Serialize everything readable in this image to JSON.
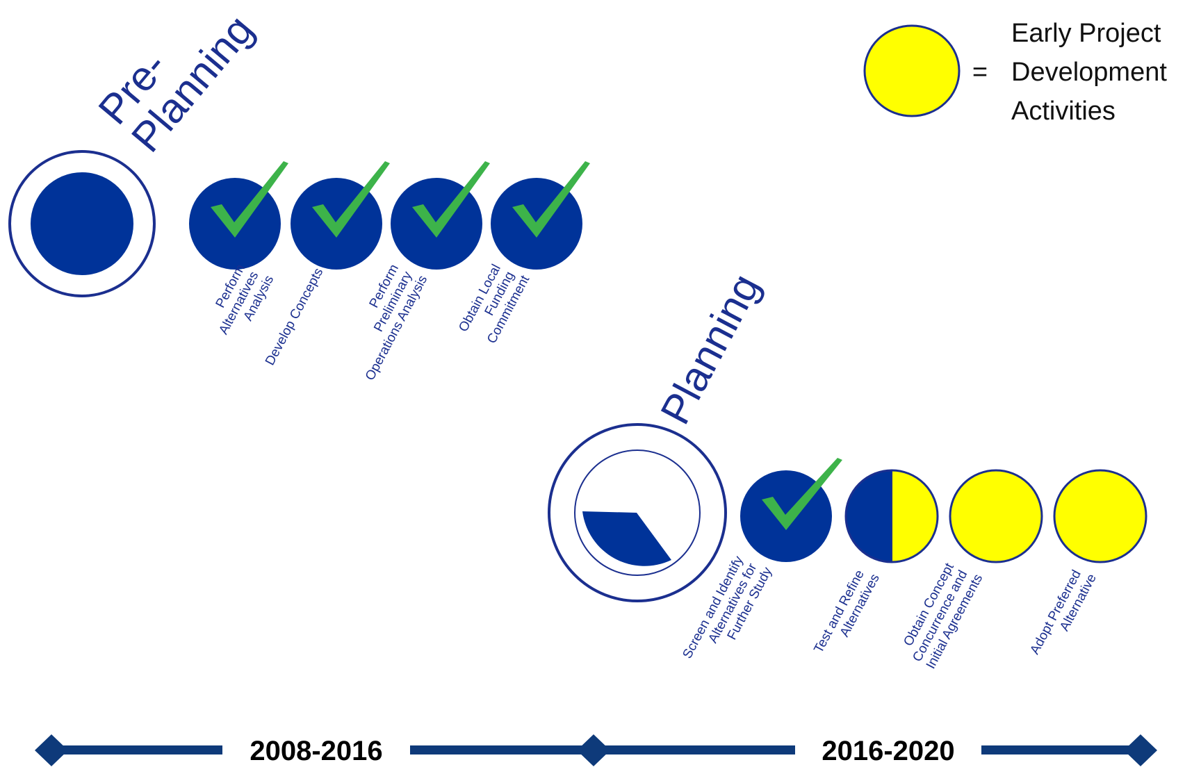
{
  "colors": {
    "navy": "#003399",
    "ring": "#1b2f8f",
    "check": "#3db34a",
    "early": "#ffff00",
    "timeline": "#0e3a7a"
  },
  "legend": {
    "equals": "=",
    "lines": [
      "Early Project",
      "Development",
      "Activities"
    ]
  },
  "phases": [
    {
      "title_lines": [
        "Pre-",
        "Planning"
      ],
      "steps": [
        {
          "status": "complete",
          "label_lines": [
            "Perform",
            "Alternatives",
            "Analysis"
          ]
        },
        {
          "status": "complete",
          "label_lines": [
            "Develop Concepts"
          ]
        },
        {
          "status": "complete",
          "label_lines": [
            "Perform",
            "Preliminary",
            "Operations Analysis"
          ]
        },
        {
          "status": "complete",
          "label_lines": [
            "Obtain Local",
            "Funding",
            "Commitment"
          ]
        }
      ]
    },
    {
      "title_lines": [
        "Planning"
      ],
      "steps": [
        {
          "status": "complete",
          "label_lines": [
            "Screen and Identify",
            "Alternatives for",
            "Further Study"
          ]
        },
        {
          "status": "half",
          "label_lines": [
            "Test and Refine",
            "Alternatives"
          ]
        },
        {
          "status": "early",
          "label_lines": [
            "Obtain Concept",
            "Concurrence and",
            "Initial Agreements"
          ]
        },
        {
          "status": "early",
          "label_lines": [
            "Adopt Preferred",
            "Alternative"
          ]
        }
      ]
    }
  ],
  "timeline": {
    "periods": [
      "2008-2016",
      "2016-2020"
    ]
  }
}
